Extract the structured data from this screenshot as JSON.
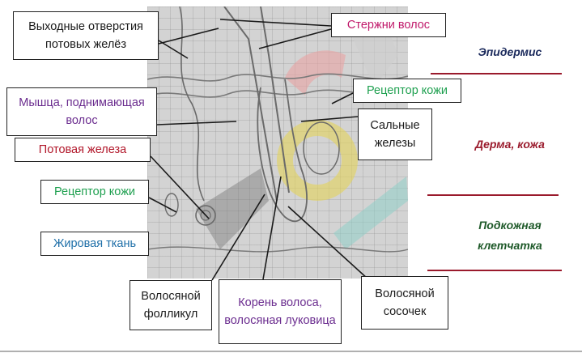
{
  "labels": {
    "sweat_pores": "Выходные отверстия потовых желёз",
    "hair_shafts": "Стержни волос",
    "skin_receptor_top": "Рецептор кожи",
    "muscle": "Мышца, поднимающая волос",
    "sebaceous": "Сальные железы",
    "sweat_gland": "Потовая железа",
    "skin_receptor_left": "Рецептор кожи",
    "adipose": "Жировая ткань",
    "follicle": "Волосяной фолликул",
    "root": "Корень волоса, волосяная луковица",
    "papilla": "Волосяной сосочек"
  },
  "layers": {
    "epidermis": "Эпидермис",
    "dermis": "Дерма, кожа",
    "hypodermis": "Подкожная клетчатка"
  },
  "colors": {
    "black": "#1a1a1a",
    "magenta": "#c0186a",
    "green": "#1fa050",
    "purple": "#6b2d8f",
    "red": "#b2182b",
    "blue": "#1e6fa8",
    "navy": "#1b2a5c",
    "dark_red": "#9a1a2c",
    "dark_green": "#1f5a2a"
  }
}
